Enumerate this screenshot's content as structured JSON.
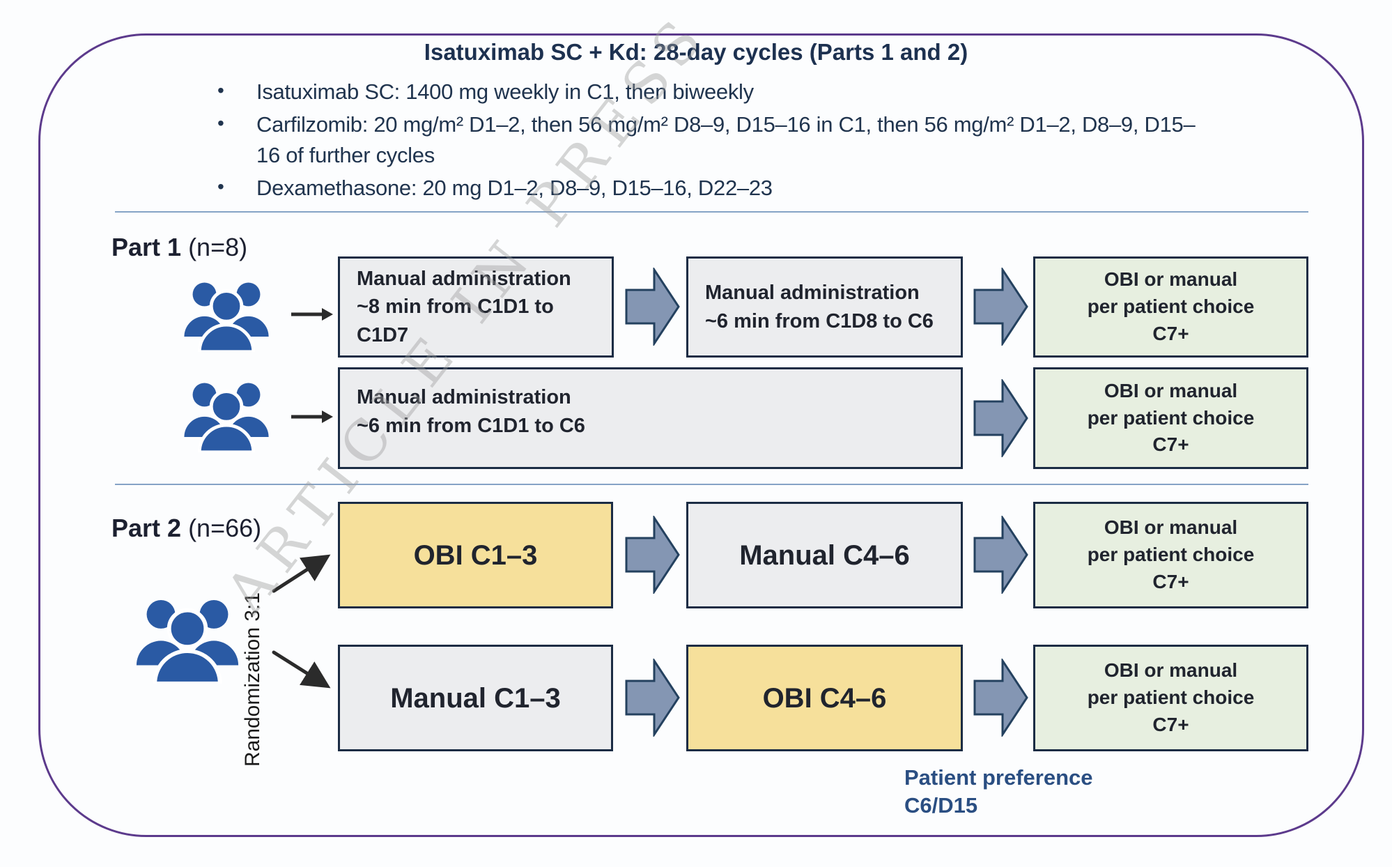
{
  "watermark": "ARTICLE IN PRESS",
  "header": {
    "title": "Isatuximab SC + Kd: 28-day cycles (Parts 1 and 2)",
    "bullets": [
      "Isatuximab SC: 1400 mg weekly in C1, then biweekly",
      "Carfilzomib: 20 mg/m² D1–2, then 56 mg/m² D8–9, D15–16 in C1, then 56 mg/m² D1–2, D8–9, D15–16 of further cycles",
      "Dexamethasone: 20 mg D1–2, D8–9, D15–16, D22–23"
    ]
  },
  "part1": {
    "label": "Part 1",
    "n": "(n=8)",
    "row1": {
      "step1": {
        "line1": "Manual administration",
        "line2": "~8 min from C1D1 to C1D7"
      },
      "step2": {
        "line1": "Manual administration",
        "line2": "~6 min from C1D8 to C6"
      },
      "outcome": {
        "line1": "OBI or manual",
        "line2": "per patient choice",
        "line3": "C7+"
      }
    },
    "row2": {
      "step1": {
        "line1": "Manual administration",
        "line2": "~6 min from C1D1 to C6"
      },
      "outcome": {
        "line1": "OBI or manual",
        "line2": "per patient choice",
        "line3": "C7+"
      }
    }
  },
  "part2": {
    "label": "Part 2",
    "n": "(n=66)",
    "randomization": "Randomization 3:1",
    "row1": {
      "step1": "OBI C1–3",
      "step2": "Manual C4–6",
      "outcome": {
        "line1": "OBI or manual",
        "line2": "per patient choice",
        "line3": "C7+"
      }
    },
    "row2": {
      "step1": "Manual C1–3",
      "step2": "OBI C4–6",
      "outcome": {
        "line1": "OBI or manual",
        "line2": "per patient choice",
        "line3": "C7+"
      }
    },
    "note": {
      "line1": "Patient preference",
      "line2": "C6/D15"
    }
  },
  "colors": {
    "border_purple": "#5c3a8c",
    "box_border_navy": "#1b2c44",
    "box_gray": "#ecedef",
    "box_green": "#e7efe0",
    "box_yellow": "#f6e09b",
    "arrow_slate": "#8496b3",
    "people_blue": "#2a5aa4",
    "note_blue": "#2a4e82",
    "divider_blue": "#85a3c6"
  }
}
